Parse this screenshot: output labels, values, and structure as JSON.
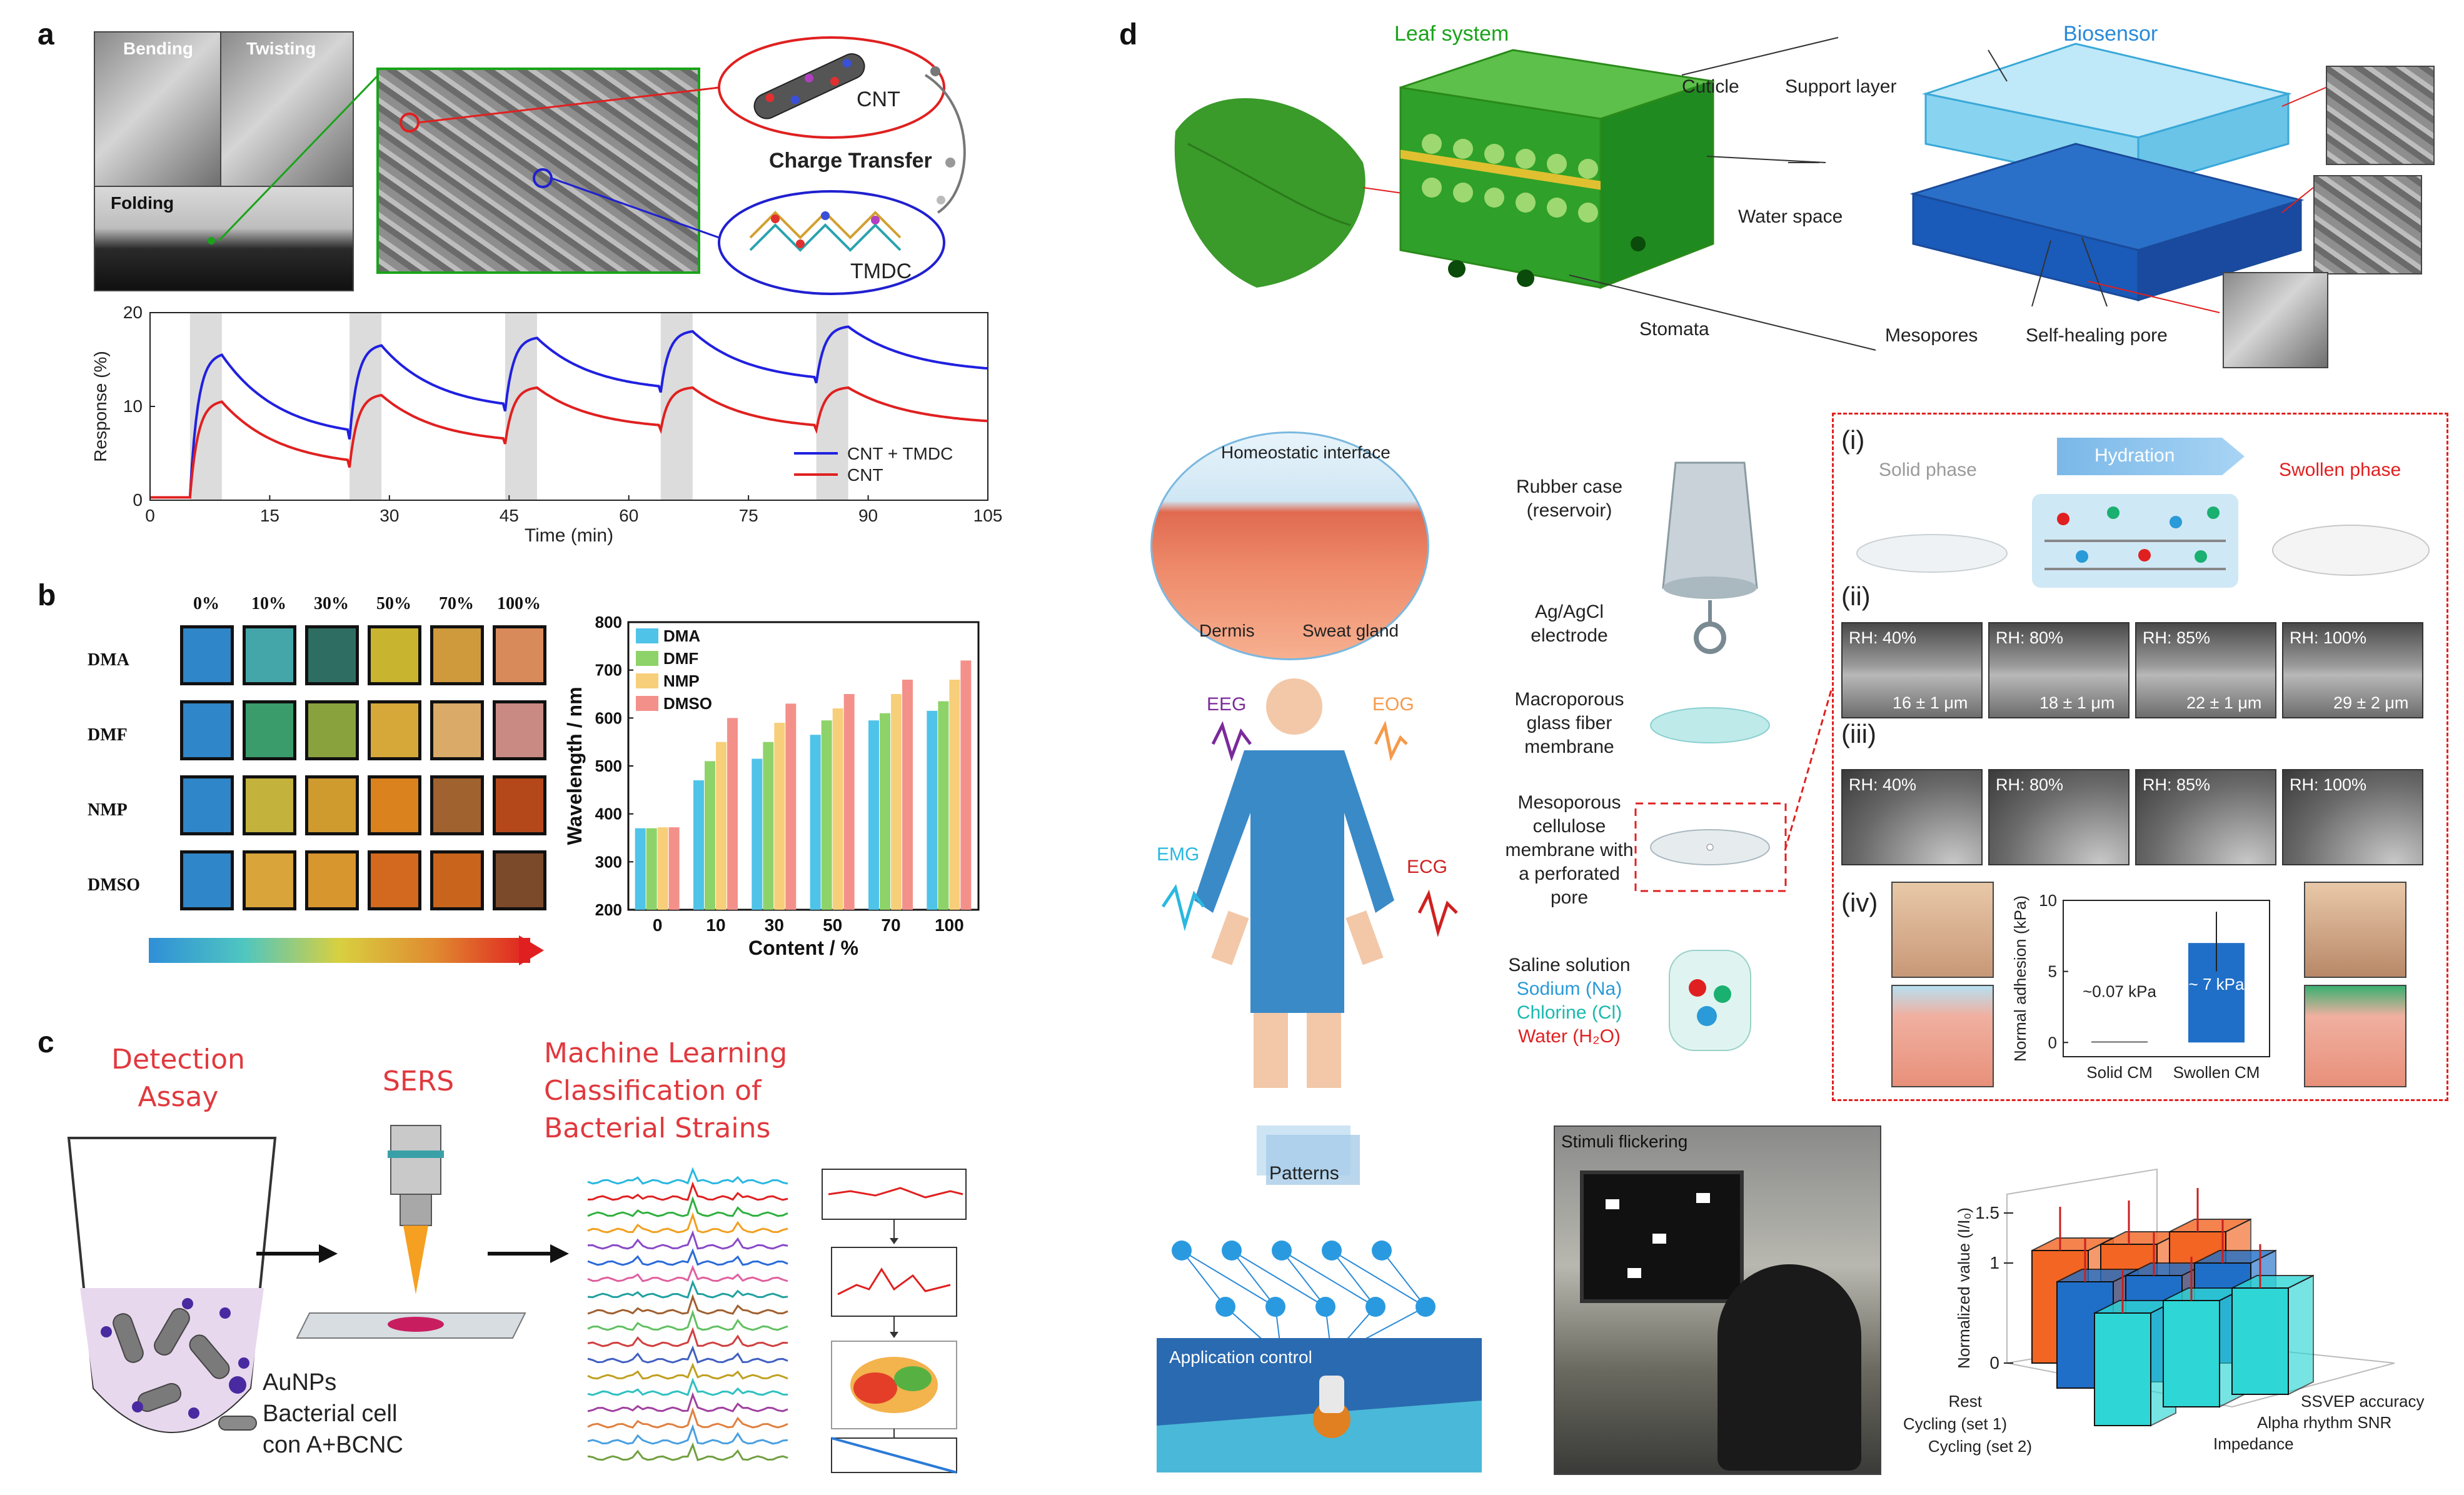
{
  "panel_letters": {
    "a": "a",
    "b": "b",
    "c": "c",
    "d": "d"
  },
  "panel_a": {
    "photo_labels": {
      "bending": "Bending",
      "twisting": "Twisting",
      "folding": "Folding"
    },
    "cnt": "CNT",
    "charge_transfer": "Charge Transfer",
    "tmdc": "TMDC",
    "chart_data": {
      "type": "line",
      "xlabel": "Time (min)",
      "ylabel": "Response (%)",
      "xlim": [
        0,
        105
      ],
      "ylim": [
        0,
        20
      ],
      "xticks": [
        "0",
        "15",
        "30",
        "45",
        "60",
        "75",
        "90",
        "105"
      ],
      "yticks": [
        "0",
        "10",
        "20"
      ],
      "shaded_intervals": [
        [
          5,
          9
        ],
        [
          25,
          29
        ],
        [
          44.5,
          48.5
        ],
        [
          64,
          68
        ],
        [
          83.5,
          87.5
        ]
      ],
      "series": [
        {
          "name": "CNT + TMDC",
          "color": "#2020e0"
        },
        {
          "name": "CNT",
          "color": "#e02020"
        }
      ]
    }
  },
  "panel_b": {
    "columns": [
      "0%",
      "10%",
      "30%",
      "50%",
      "70%",
      "100%"
    ],
    "rows": [
      "DMA",
      "DMF",
      "NMP",
      "DMSO"
    ],
    "swatch_colors": [
      [
        "#2f86c8",
        "#44a6a8",
        "#2e6e62",
        "#c9b430",
        "#cf9a3c",
        "#d98a5a"
      ],
      [
        "#2f86c8",
        "#3a9c6a",
        "#8aa23e",
        "#d6a83a",
        "#d9aa68",
        "#c98a84"
      ],
      [
        "#2f86c8",
        "#c3b23c",
        "#cf9a2e",
        "#d9821e",
        "#a0622e",
        "#b5481a"
      ],
      [
        "#2f86c8",
        "#d9a43a",
        "#d8962e",
        "#d2691e",
        "#c8641c",
        "#7a4a2a"
      ]
    ],
    "chart_data": {
      "type": "bar",
      "categories": [
        "0",
        "10",
        "30",
        "50",
        "70",
        "100"
      ],
      "series": [
        {
          "name": "DMA",
          "color": "#4fc3e8",
          "values": [
            370,
            470,
            515,
            565,
            595,
            615
          ]
        },
        {
          "name": "DMF",
          "color": "#8ed36a",
          "values": [
            370,
            510,
            550,
            595,
            610,
            635
          ]
        },
        {
          "name": "NMP",
          "color": "#f7cf7a",
          "values": [
            372,
            550,
            590,
            620,
            650,
            680
          ]
        },
        {
          "name": "DMSO",
          "color": "#f4908a",
          "values": [
            372,
            600,
            630,
            650,
            680,
            720
          ]
        }
      ],
      "xlabel": "Content / %",
      "ylabel": "Wavelength / nm",
      "ylim": [
        200,
        800
      ],
      "yticks": [
        "200",
        "300",
        "400",
        "500",
        "600",
        "700",
        "800"
      ]
    }
  },
  "panel_c": {
    "detection_assay": [
      "Detection",
      "Assay"
    ],
    "sers": "SERS",
    "ml_title": [
      "Machine Learning",
      "Classification of",
      "Bacterial Strains"
    ],
    "legend": [
      "AuNPs",
      "Bacterial cell",
      "con A+BCNC"
    ]
  },
  "panel_d": {
    "leaf_system": "Leaf system",
    "biosensor": "Biosensor",
    "cuticle": "Cuticle",
    "support_layer": "Support layer",
    "water_space": "Water space",
    "stomata": "Stomata",
    "mesopores": "Mesopores",
    "self_healing": "Self-healing pore",
    "homeostatic": "Homeostatic interface",
    "dermis": "Dermis",
    "sweat_gland": "Sweat gland",
    "signals": {
      "eeg": "EEG",
      "eog": "EOG",
      "emg": "EMG",
      "ecg": "ECG"
    },
    "components": {
      "rubber": [
        "Rubber case",
        "(reservoir)"
      ],
      "agcl": [
        "Ag/AgCl",
        "electrode"
      ],
      "macro": [
        "Macroporous",
        "glass fiber",
        "membrane"
      ],
      "meso": [
        "Mesoporous",
        "cellulose",
        "membrane with",
        "a perforated",
        "pore"
      ],
      "saline": "Saline solution",
      "sodium": "Sodium (Na)",
      "chlorine": "Chlorine (Cl)",
      "water": "Water (H₂O)"
    },
    "inset": {
      "i": "(i)",
      "ii": "(ii)",
      "iii": "(iii)",
      "iv": "(iv)",
      "solid": "Solid phase",
      "hydration": "Hydration",
      "swollen": "Swollen phase",
      "rh": [
        "RH: 40%",
        "RH: 80%",
        "RH: 85%",
        "RH: 100%"
      ],
      "thickness": [
        "16 ± 1 μm",
        "18 ± 1 μm",
        "22 ± 1 μm",
        "29 ± 2 μm"
      ],
      "adhesion": {
        "ylabel": "Normal adhesion (kPa)",
        "yticks": [
          "0",
          "5",
          "10"
        ],
        "categories": [
          "Solid CM",
          "Swollen CM"
        ],
        "values": [
          0.07,
          7
        ],
        "labels": [
          "~0.07 kPa",
          "~ 7 kPa"
        ]
      }
    },
    "patterns": "Patterns",
    "app_control": "Application control",
    "stimuli": "Stimuli flickering",
    "bar3d": {
      "zlabel": "Normalized value (I/I₀)",
      "zticks": [
        "0",
        "1",
        "1.5"
      ],
      "rows": [
        "Rest",
        "Cycling (set 1)",
        "Cycling (set 2)"
      ],
      "metrics": [
        "SSVEP accuracy",
        "Alpha rhythm SNR",
        "Impedance"
      ],
      "colors": [
        "#f26522",
        "#1f6fc8",
        "#2fd6d6"
      ]
    }
  }
}
